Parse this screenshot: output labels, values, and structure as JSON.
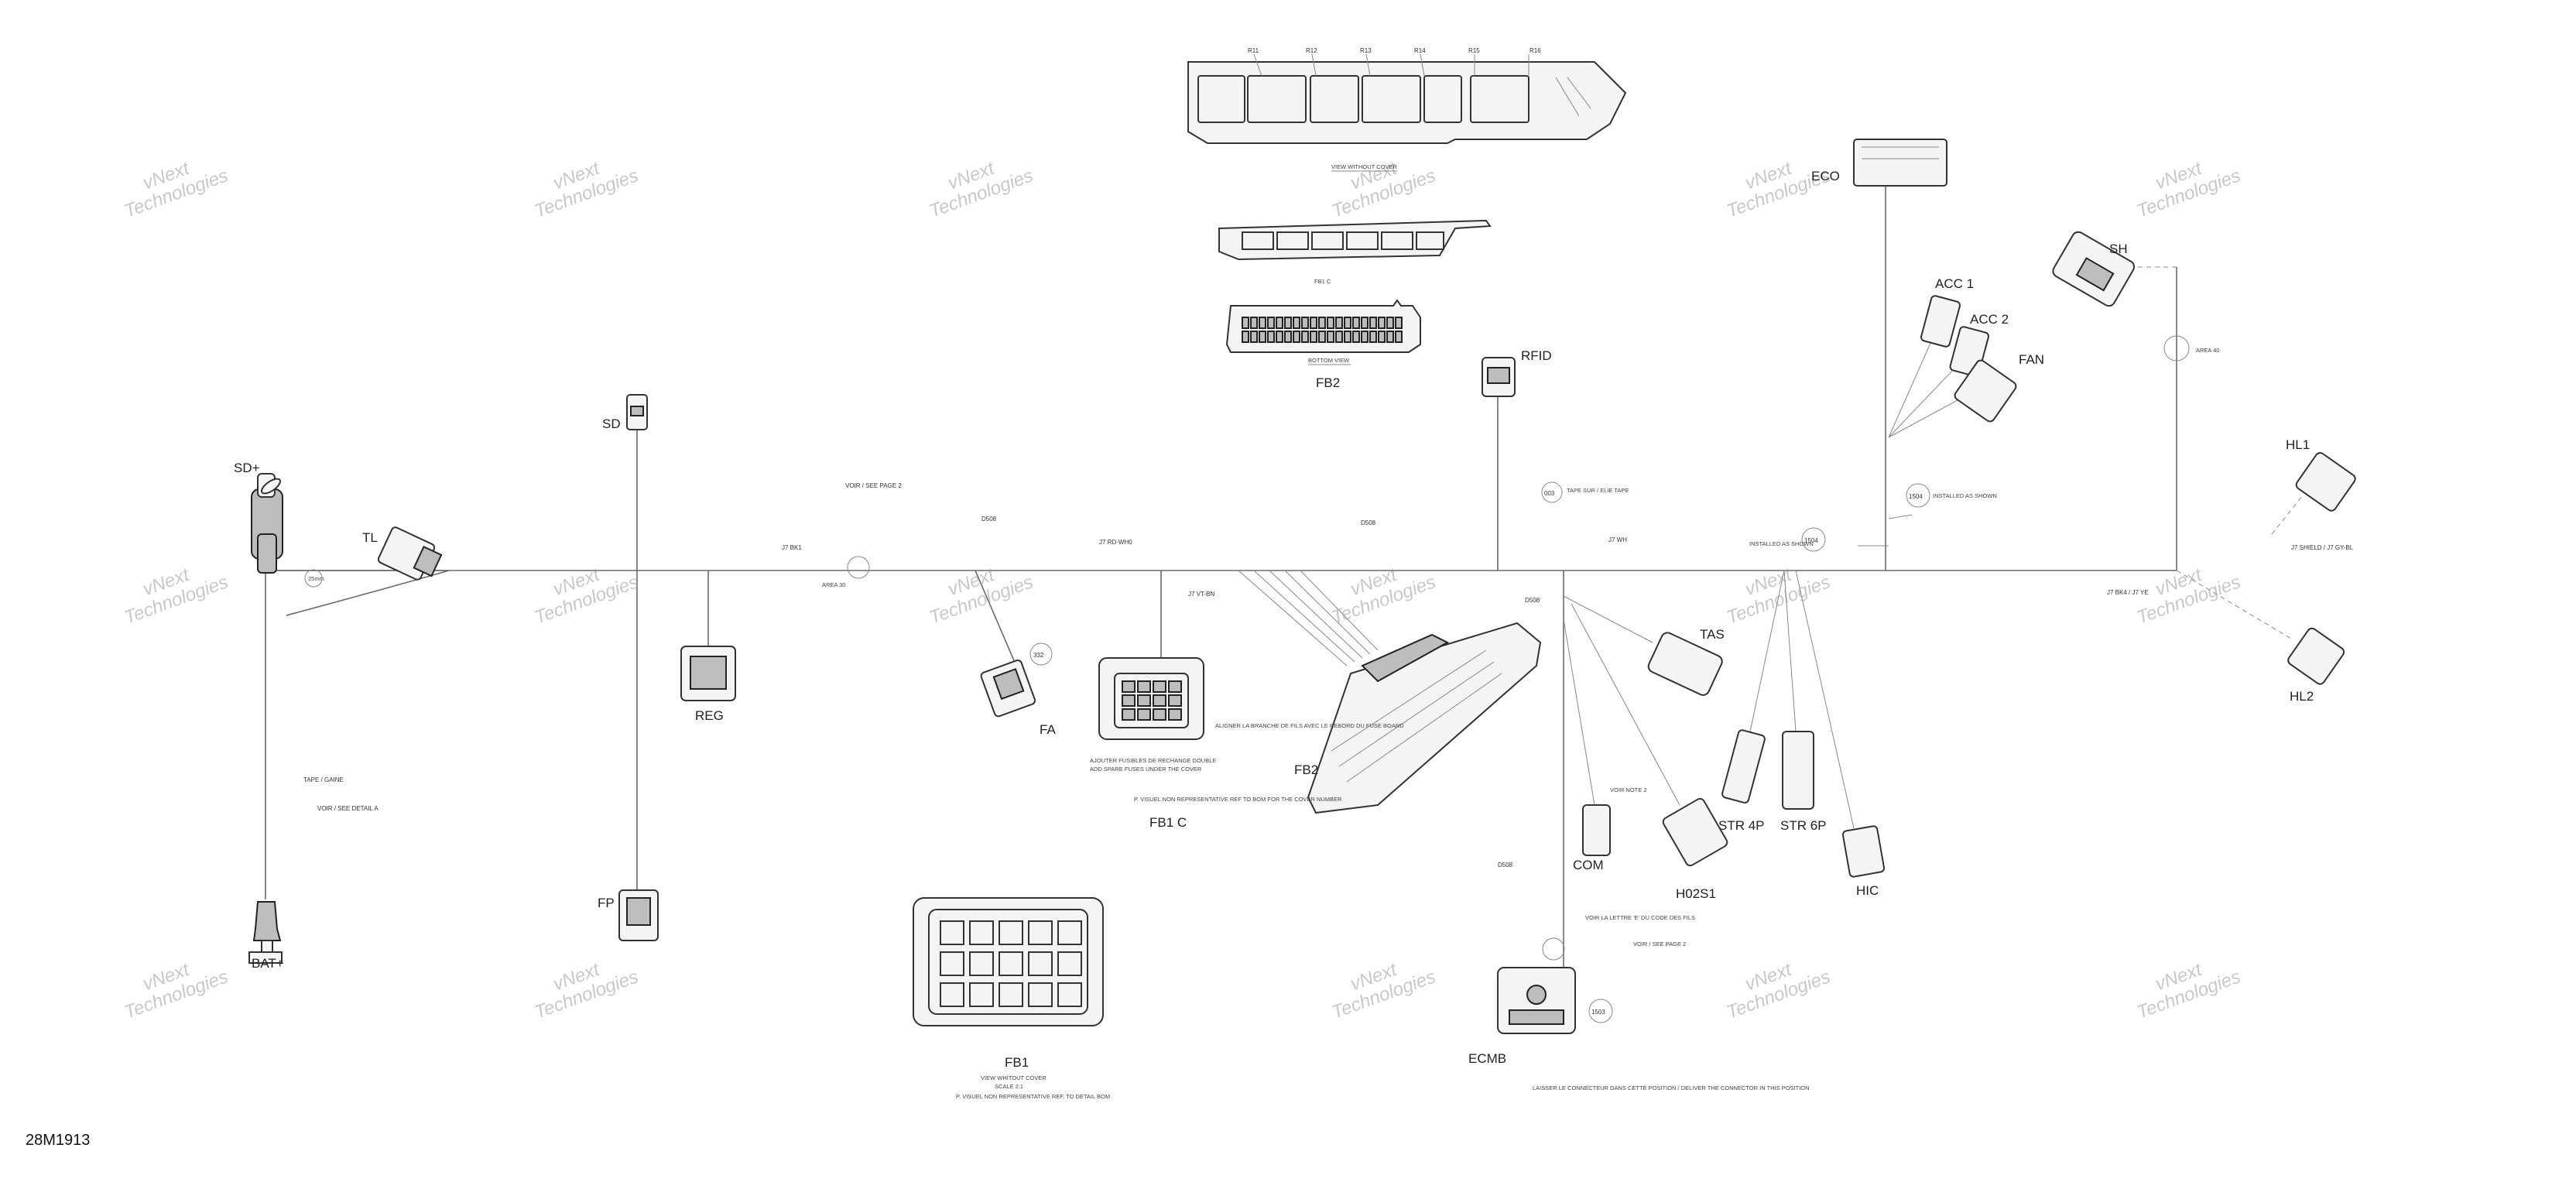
{
  "drawing_number": "28M1913",
  "watermark": {
    "line1": "vNext",
    "line2": "Technologies"
  },
  "connectors": {
    "sd_plus": "SD+",
    "tl": "TL",
    "sd": "SD",
    "reg": "REG",
    "fp": "FP",
    "bat_plus": "BAT+",
    "fa": "FA",
    "fb1c": "FB1 C",
    "fb1": "FB1",
    "fb2_top": "FB2",
    "fb2_mid": "FB2",
    "rfid": "RFID",
    "eco": "ECO",
    "sh": "SH",
    "acc1": "ACC 1",
    "acc2": "ACC 2",
    "fan": "FAN",
    "hl1": "HL1",
    "hl2": "HL2",
    "tas": "TAS",
    "str4p": "STR 4P",
    "str6p": "STR 6P",
    "hic": "HIC",
    "com": "COM",
    "h02s1": "H02S1",
    "ecmb": "ECMB"
  },
  "views": {
    "without_cover_top": "VIEW WITHOUT COVER",
    "bottom_view": "BOTTOM VIEW",
    "fb_c": "FB1 C",
    "fb1_view": "VIEW WHITOUT COVER",
    "fb1_scale": "SCALE 2:1",
    "fb1_note": "P. VISUEL NON REPRESENTATIVE REF. TO DETAIL BOM"
  },
  "callouts": {
    "c332": "332",
    "c003": "003",
    "c1504a": "1504",
    "c1504b": "1504",
    "c1503": "1503"
  },
  "notes": {
    "area30": "AREA 30",
    "area40": "AREA 40",
    "tape": "TAPE SUR / ELIE TAPE",
    "installed": "INSTALLED AS SHOWN",
    "installed2": "INSTALLED AS SHOWN",
    "fuse_add": "AJOUTER FUSIBLES DE RECHANGE DOUBLE",
    "fuse_add2": "ADD SPARE FUSES UNDER THE COVER",
    "fb1c_note": "P. VISUEL NON REPRESENTATIVE REF TO BOM FOR THE COVER NUMBER",
    "route": "ALIGNER LA BRANCHE DE FILS AVEC LE REBORD DU FUSE BOARD",
    "ecmb_note": "LAISSER LE CONNECTEUR DANS CETTE POSITION / DELIVER THE CONNECTOR IN THIS POSITION",
    "letter": "VOIR LA LETTRE 'E' DU CODE DES FILS",
    "see_page2": "VOIR / SEE PAGE 2",
    "ficon": "VOIR NOTE 2",
    "dwn": "25mm"
  },
  "page_tags": {
    "t1": "J7 BK1",
    "t2": "J7 RD-WH0",
    "t3": "J7 VT-BN",
    "t4": "J7 WH",
    "t5": "J7 BK4 / J7 YE",
    "t6": "J7 SHIELD / J7 GY-BL",
    "t7": "D508",
    "t8": "D508",
    "t9": "D508",
    "t10": "D508",
    "t11": "VOIR / SEE PAGE 2",
    "t12": "TAPE / GAINE",
    "t13": "VOIR / SEE DETAIL A"
  },
  "colors": {
    "line": "#6a6a6a",
    "ink": "#222222",
    "watermark": "#9a9a9a"
  }
}
